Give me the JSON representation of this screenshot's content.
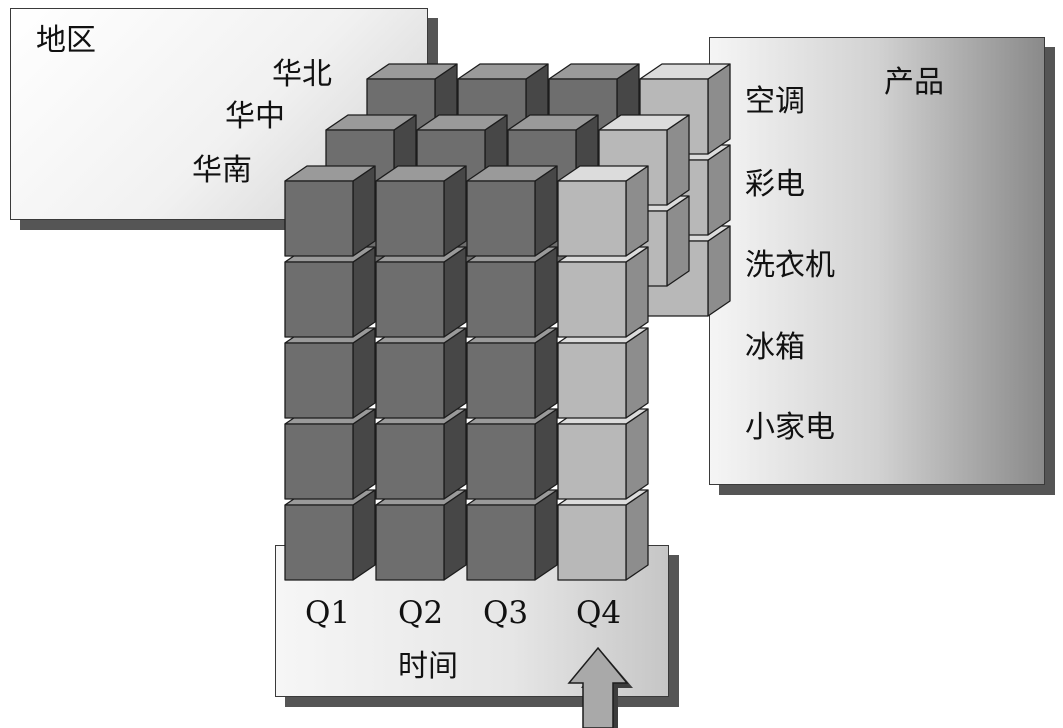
{
  "dimensions": {
    "region": {
      "title": "地区",
      "members": [
        "华北",
        "华中",
        "华南"
      ]
    },
    "product": {
      "title": "产品",
      "members": [
        "空调",
        "彩电",
        "洗衣机",
        "冰箱",
        "小家电"
      ]
    },
    "time": {
      "title": "时间",
      "members": [
        "Q1",
        "Q2",
        "Q3",
        "Q4"
      ]
    }
  },
  "colors": {
    "cube_dark_front": "#6e6e6e",
    "cube_light_front": "#b8b8b8",
    "panel_border": "#3a3a3a",
    "shadow": "#555555"
  },
  "icons": [
    "up-arrow-icon"
  ]
}
